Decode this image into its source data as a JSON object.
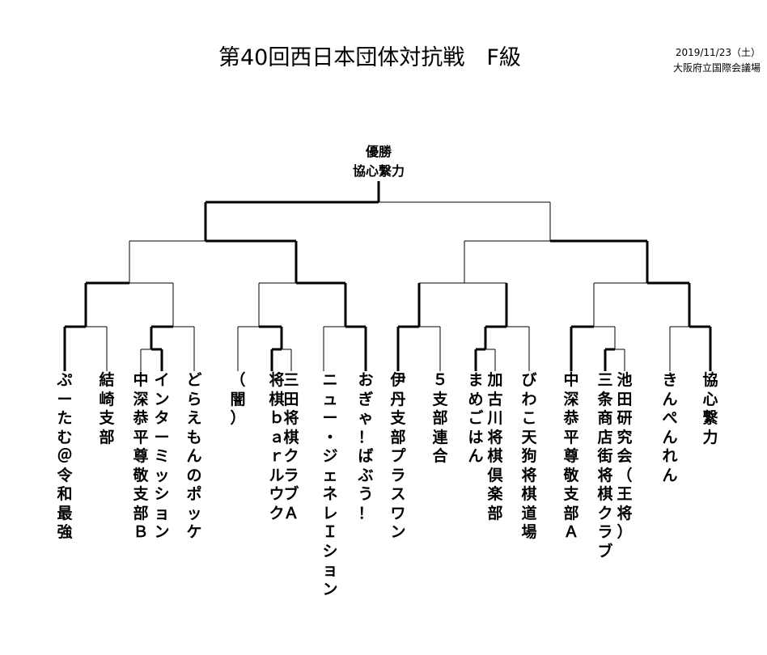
{
  "header": {
    "title": "第40回西日本団体対抗戦　F級",
    "date": "2019/11/23（土）",
    "venue": "大阪府立国際会議場"
  },
  "champion": {
    "label": "優勝",
    "name": "協心繋力"
  },
  "teams": [
    "ぷーたむ＠令和最強",
    "結崎支部",
    "中深恭平尊敬支部Ｂ",
    "インターミッション",
    "どらえもんのポッケ",
    "（闇）",
    "将棋ｂａｒルウク",
    "三田将棋クラブＡ",
    "ニュー・ジェネレＩション",
    "おぎゃ！ばぶう！",
    "伊丹支部プラスワン",
    "５支部連合",
    "まめごはん",
    "加古川将棋倶楽部",
    "びわこ天狗将棋道場",
    "中深恭平尊敬支部Ａ",
    "三条商店街将棋クラブ",
    "池田研究会（王将）",
    "きんぺんれん",
    "協心繋力"
  ]
}
